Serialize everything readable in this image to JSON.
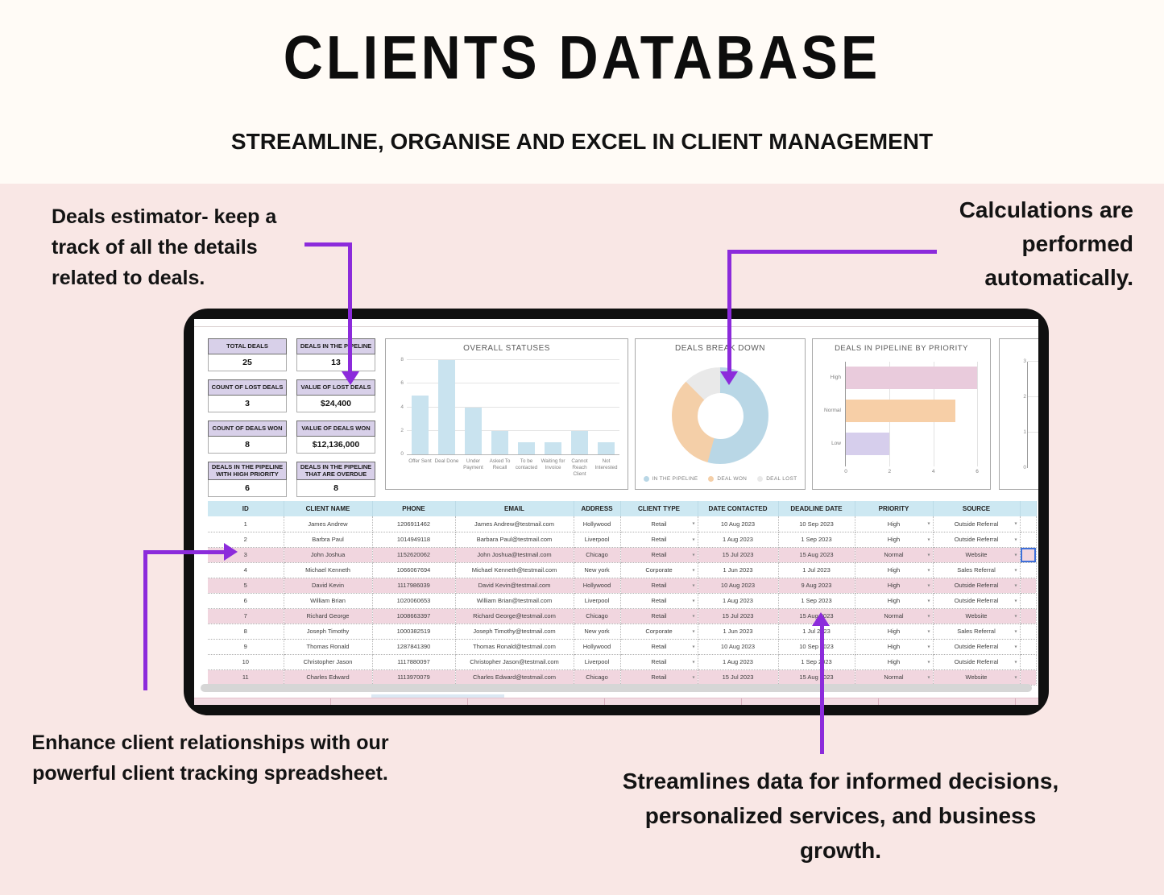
{
  "page": {
    "title": "CLIENTS DATABASE",
    "subtitle": "STREAMLINE, ORGANISE AND EXCEL IN CLIENT MANAGEMENT"
  },
  "annotations": {
    "top_left": "Deals estimator- keep a track of all the details related to deals.",
    "top_right": "Calculations are performed automatically.",
    "bottom_left": "Enhance client relationships with our powerful client tracking spreadsheet.",
    "bottom_right": "Streamlines data for informed decisions, personalized services, and business growth."
  },
  "colors": {
    "accent_purple": "#8C2BDB",
    "panel_pink": "#F9E7E5",
    "top_cream": "#FFFBF6",
    "table_header_blue": "#CDE8F2",
    "row_highlight_pink": "#F1D6DF",
    "kpi_label_lavender": "#D8D0E9",
    "bar_blue": "#C9E3EF",
    "selection_blue": "#3E6FD9"
  },
  "dashboard": {
    "kpis_left": [
      {
        "label": "TOTAL DEALS",
        "value": "25"
      },
      {
        "label": "COUNT OF LOST DEALS",
        "value": "3"
      },
      {
        "label": "COUNT OF DEALS WON",
        "value": "8"
      },
      {
        "label": "DEALS IN THE PIPELINE WITH HIGH PRIORITY",
        "value": "6"
      }
    ],
    "kpis_right": [
      {
        "label": "DEALS IN THE PIPELINE",
        "value": "13"
      },
      {
        "label": "VALUE OF LOST DEALS",
        "value": "$24,400"
      },
      {
        "label": "VALUE OF DEALS WON",
        "value": "$12,136,000"
      },
      {
        "label": "DEALS IN THE PIPELINE THAT ARE OVERDUE",
        "value": "8"
      }
    ],
    "table": {
      "headers": [
        "ID",
        "CLIENT NAME",
        "PHONE",
        "EMAIL",
        "ADDRESS",
        "CLIENT TYPE",
        "DATE CONTACTED",
        "DEADLINE DATE",
        "PRIORITY",
        "SOURCE"
      ],
      "rows": [
        {
          "id": "1",
          "client_name": "James Andrew",
          "phone": "1206911462",
          "email": "James Andrew@testmail.com",
          "address": "Hollywood",
          "client_type": "Retail",
          "date_contacted": "10 Aug 2023",
          "deadline_date": "10 Sep 2023",
          "priority": "High",
          "source": "Outside Referral",
          "highlighted": false,
          "selected": false
        },
        {
          "id": "2",
          "client_name": "Barbra Paul",
          "phone": "1014949118",
          "email": "Barbara Paul@testmail.com",
          "address": "Liverpool",
          "client_type": "Retail",
          "date_contacted": "1 Aug 2023",
          "deadline_date": "1 Sep 2023",
          "priority": "High",
          "source": "Outside Referral",
          "highlighted": false,
          "selected": false
        },
        {
          "id": "3",
          "client_name": "John Joshua",
          "phone": "1152620062",
          "email": "John Joshua@testmail.com",
          "address": "Chicago",
          "client_type": "Retail",
          "date_contacted": "15 Jul 2023",
          "deadline_date": "15 Aug 2023",
          "priority": "Normal",
          "source": "Website",
          "highlighted": true,
          "selected": true
        },
        {
          "id": "4",
          "client_name": "Michael Kenneth",
          "phone": "1066067694",
          "email": "Michael Kenneth@testmail.com",
          "address": "New york",
          "client_type": "Corporate",
          "date_contacted": "1 Jun 2023",
          "deadline_date": "1 Jul 2023",
          "priority": "High",
          "source": "Sales Referral",
          "highlighted": false,
          "selected": false
        },
        {
          "id": "5",
          "client_name": "David Kevin",
          "phone": "1117986039",
          "email": "David Kevin@testmail.com",
          "address": "Hollywood",
          "client_type": "Retail",
          "date_contacted": "10 Aug 2023",
          "deadline_date": "9 Aug 2023",
          "priority": "High",
          "source": "Outside Referral",
          "highlighted": true,
          "selected": false
        },
        {
          "id": "6",
          "client_name": "William Brian",
          "phone": "1020060653",
          "email": "William Brian@testmail.com",
          "address": "Liverpool",
          "client_type": "Retail",
          "date_contacted": "1 Aug 2023",
          "deadline_date": "1 Sep 2023",
          "priority": "High",
          "source": "Outside Referral",
          "highlighted": false,
          "selected": false
        },
        {
          "id": "7",
          "client_name": "Richard George",
          "phone": "1008663397",
          "email": "Richard George@testmail.com",
          "address": "Chicago",
          "client_type": "Retail",
          "date_contacted": "15 Jul 2023",
          "deadline_date": "15 Aug 2023",
          "priority": "Normal",
          "source": "Website",
          "highlighted": true,
          "selected": false
        },
        {
          "id": "8",
          "client_name": "Joseph Timothy",
          "phone": "1000382519",
          "email": "Joseph Timothy@testmail.com",
          "address": "New york",
          "client_type": "Corporate",
          "date_contacted": "1 Jun 2023",
          "deadline_date": "1 Jul 2023",
          "priority": "High",
          "source": "Sales Referral",
          "highlighted": false,
          "selected": false
        },
        {
          "id": "9",
          "client_name": "Thomas Ronald",
          "phone": "1287841390",
          "email": "Thomas Ronald@testmail.com",
          "address": "Hollywood",
          "client_type": "Retail",
          "date_contacted": "10 Aug 2023",
          "deadline_date": "10 Sep 2023",
          "priority": "High",
          "source": "Outside Referral",
          "highlighted": false,
          "selected": false
        },
        {
          "id": "10",
          "client_name": "Christopher Jason",
          "phone": "1117880097",
          "email": "Christopher Jason@testmail.com",
          "address": "Liverpool",
          "client_type": "Retail",
          "date_contacted": "1 Aug 2023",
          "deadline_date": "1 Sep 2023",
          "priority": "High",
          "source": "Outside Referral",
          "highlighted": false,
          "selected": false
        },
        {
          "id": "11",
          "client_name": "Charles Edward",
          "phone": "1113970079",
          "email": "Charles Edward@testmail.com",
          "address": "Chicago",
          "client_type": "Retail",
          "date_contacted": "15 Jul 2023",
          "deadline_date": "15 Aug 2023",
          "priority": "Normal",
          "source": "Website",
          "highlighted": true,
          "selected": false
        }
      ]
    }
  },
  "chart_data": [
    {
      "type": "bar",
      "title": "OVERALL STATUSES",
      "categories": [
        "Offer Sent",
        "Deal Done",
        "Under Payment",
        "Asked To Recall",
        "To be contacted",
        "Waiting for Invoice",
        "Cannot Reach Client",
        "Not Interested"
      ],
      "values": [
        5,
        8,
        4,
        2,
        1,
        1,
        2,
        1
      ],
      "xlabel": "",
      "ylabel": "",
      "ylim": [
        0,
        8
      ],
      "yticks": [
        0,
        2,
        4,
        6,
        8
      ],
      "bar_color": "#C9E3EF",
      "grid": true
    },
    {
      "type": "pie",
      "title": "DEALS BREAK DOWN",
      "donut": true,
      "legend_position": "bottom",
      "segments": [
        {
          "label": "IN THE PIPELINE",
          "value": 13,
          "color": "#B9D7E6"
        },
        {
          "label": "DEAL WON",
          "value": 8,
          "color": "#F4CFA8"
        },
        {
          "label": "DEAL LOST",
          "value": 3,
          "color": "#E9E9E9"
        }
      ]
    },
    {
      "type": "bar",
      "orientation": "horizontal",
      "title": "DEALS IN PIPELINE BY PRIORITY",
      "categories": [
        "High",
        "Normal",
        "Low"
      ],
      "values": [
        6,
        5,
        2
      ],
      "bar_colors": [
        "#E9CBDC",
        "#F7CFA7",
        "#D6CEEC"
      ],
      "xlim": [
        0,
        6
      ],
      "xticks": [
        0,
        2,
        4,
        6
      ],
      "grid": true
    },
    {
      "type": "bar",
      "title": "",
      "partial": true,
      "yticks": [
        3,
        2,
        1,
        0
      ],
      "ylim": [
        0,
        3
      ]
    }
  ]
}
